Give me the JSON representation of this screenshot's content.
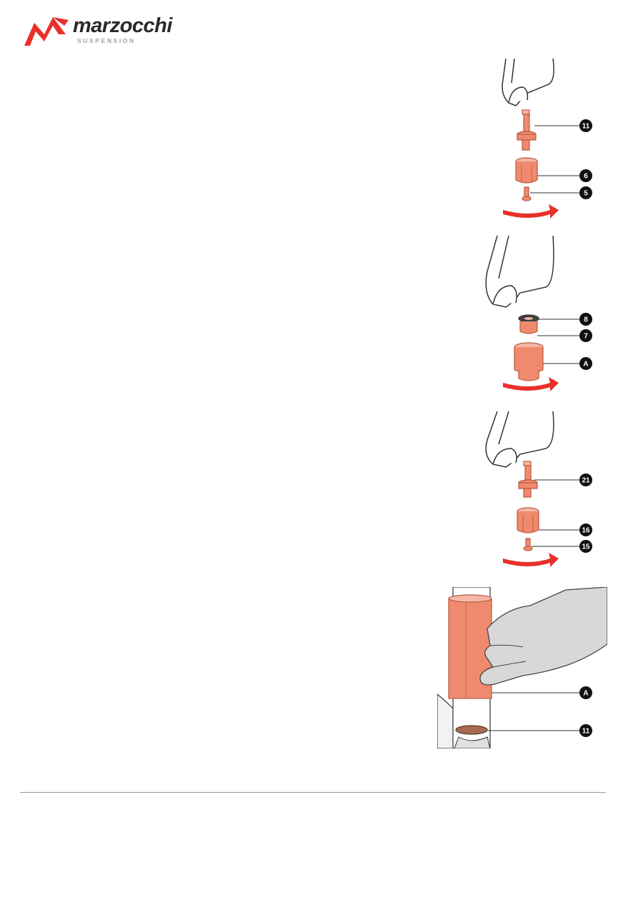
{
  "brand": {
    "name": "marzocchi",
    "tagline": "SUSPENSION",
    "color_red": "#e8302a",
    "color_dark": "#2a2a2a"
  },
  "figures": [
    {
      "id": "fig1",
      "callouts": [
        "11",
        "6",
        "5"
      ]
    },
    {
      "id": "fig2",
      "callouts": [
        "8",
        "7",
        "A"
      ]
    },
    {
      "id": "fig3",
      "callouts": [
        "21",
        "16",
        "15"
      ]
    },
    {
      "id": "fig4",
      "callouts": [
        "A",
        "11"
      ]
    }
  ],
  "colors": {
    "part_fill": "#f08a6e",
    "part_stroke": "#b85a40",
    "arrow_red": "#e8302a",
    "glove_gray": "#d8d8d8",
    "line": "#333333"
  }
}
